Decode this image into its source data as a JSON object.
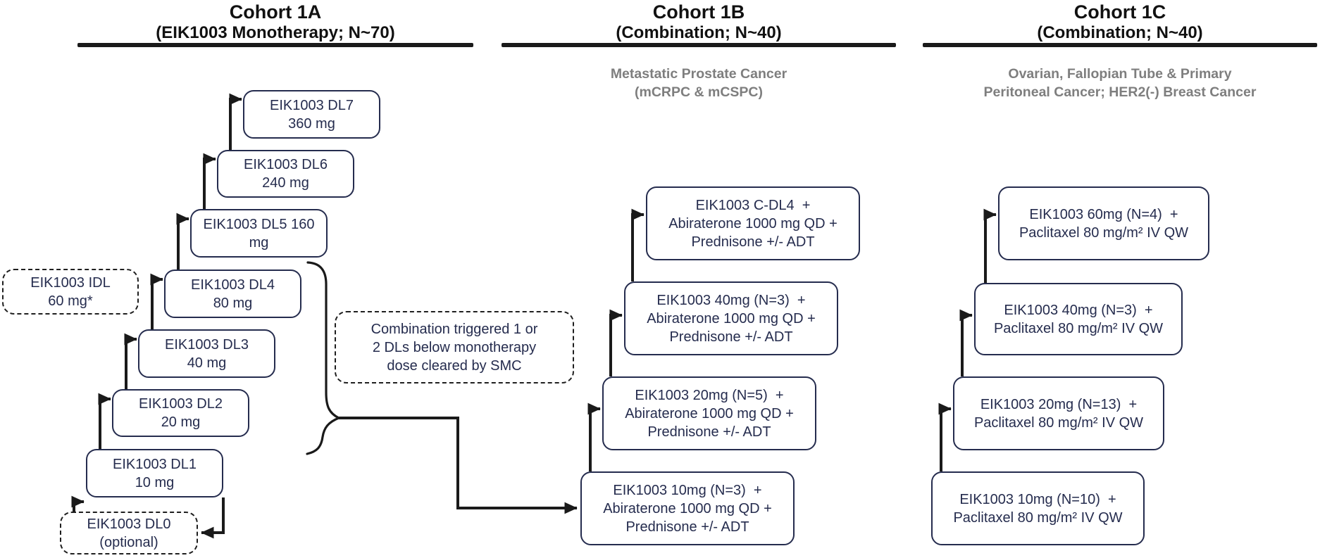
{
  "cohorts": {
    "a": {
      "title": "Cohort 1A",
      "subtitle": "(EIK1003 Monotherapy; N~70)",
      "boxes": {
        "dl7": "EIK1003 DL7\n360 mg",
        "dl6": "EIK1003 DL6\n240 mg",
        "dl5": "EIK1003 DL5 160\nmg",
        "dl4": "EIK1003 DL4\n80 mg",
        "dl3": "EIK1003 DL3\n40 mg",
        "dl2": "EIK1003 DL2\n20 mg",
        "dl1": "EIK1003 DL1\n10 mg",
        "dl0": "EIK1003 DL0\n(optional)",
        "idl": "EIK1003 IDL\n60 mg*"
      }
    },
    "b": {
      "title": "Cohort 1B",
      "subtitle": "(Combination; N~40)",
      "indication": "Metastatic Prostate Cancer\n(mCRPC & mCSPC)",
      "boxes": {
        "cdl4": "EIK1003 C-DL4  +\nAbiraterone 1000 mg QD +\nPrednisone +/- ADT",
        "d40": "EIK1003 40mg (N=3)  +\nAbiraterone 1000 mg QD +\nPrednisone +/- ADT",
        "d20": "EIK1003 20mg (N=5)  +\nAbiraterone 1000 mg QD +\nPrednisone +/- ADT",
        "d10": "EIK1003 10mg (N=3)  +\nAbiraterone 1000 mg QD +\nPrednisone +/- ADT"
      }
    },
    "c": {
      "title": "Cohort 1C",
      "subtitle": "(Combination; N~40)",
      "indication": "Ovarian, Fallopian Tube & Primary\nPeritoneal Cancer; HER2(-) Breast Cancer",
      "boxes": {
        "d60": "EIK1003 60mg (N=4)  +\nPaclitaxel 80 mg/m² IV QW",
        "d40": "EIK1003 40mg (N=3)  +\nPaclitaxel 80 mg/m² IV QW",
        "d20": "EIK1003 20mg (N=13)  +\nPaclitaxel 80 mg/m² IV QW",
        "d10": "EIK1003 10mg (N=10)  +\nPaclitaxel 80 mg/m² IV QW"
      }
    }
  },
  "note": "Combination triggered 1 or\n2 DLs below monotherapy\ndose cleared by SMC",
  "colors": {
    "box_border": "#252c4e",
    "box_text": "#252c4e",
    "line": "#1a1a1a",
    "header_bar": "#1a1a1a",
    "subtitle_gray": "#7e7e7e"
  }
}
